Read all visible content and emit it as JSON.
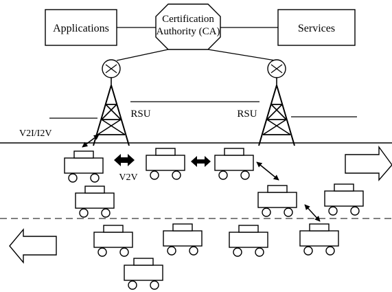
{
  "boxes": {
    "applications": "Applications",
    "ca_line1": "Certification",
    "ca_line2": "Authority (CA)",
    "services": "Services"
  },
  "labels": {
    "rsu_left": "RSU",
    "rsu_right": "RSU",
    "v2i": "V2I/I2V",
    "v2v": "V2V"
  }
}
